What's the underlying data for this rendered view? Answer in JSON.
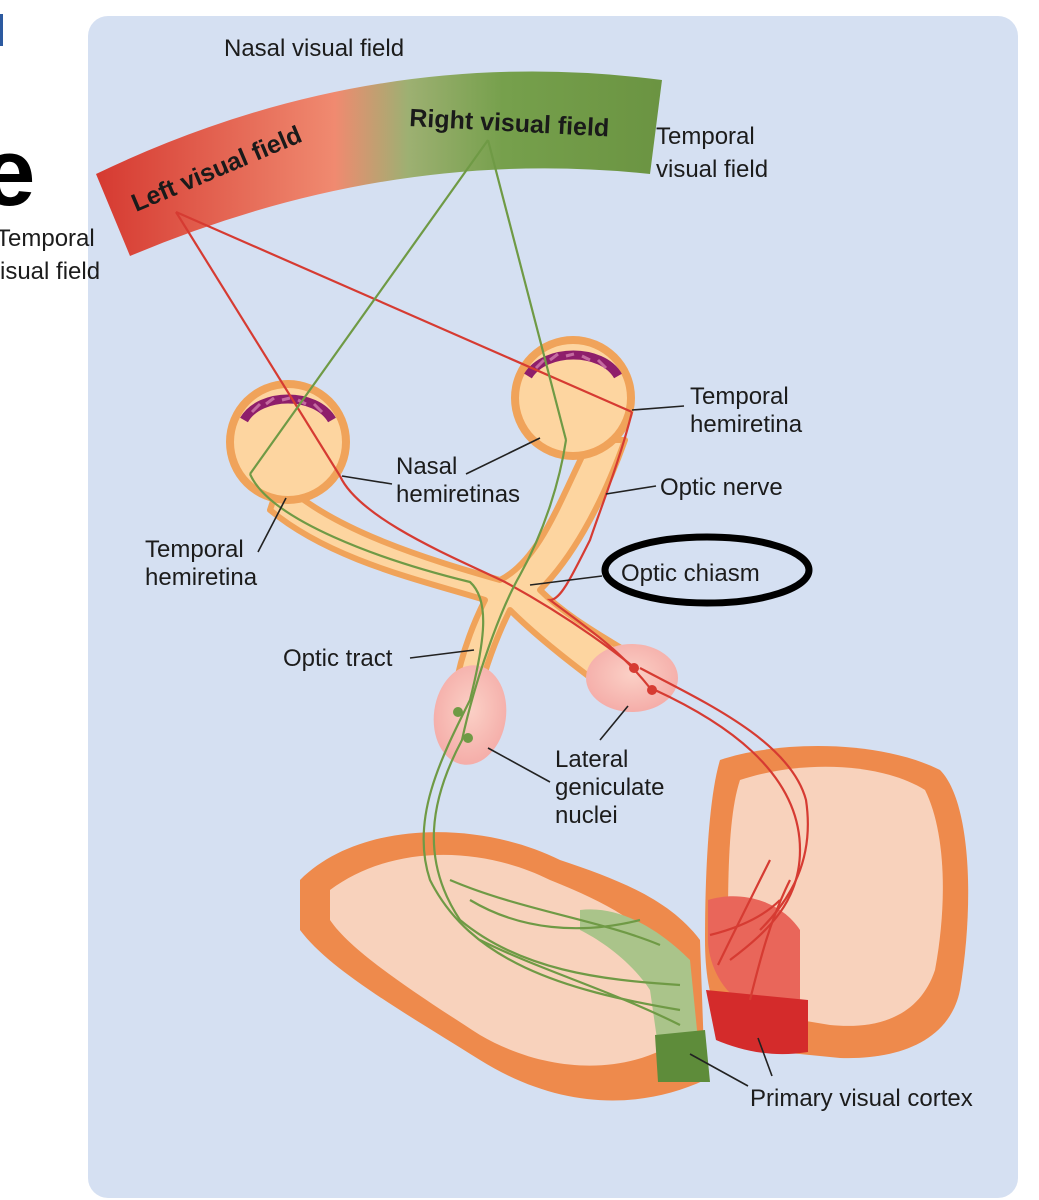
{
  "page": {
    "partial_heading_letter": "e",
    "outside_labels": {
      "temporal_left_line1": "Temporal",
      "temporal_left_line2": "visual field"
    }
  },
  "diagram": {
    "field_labels": {
      "nasal": "Nasal visual field",
      "left": "Left visual field",
      "right": "Right visual field",
      "temporal_right_line1": "Temporal",
      "temporal_right_line2": "visual field"
    },
    "labels": {
      "temporal_hemiretina_right_line1": "Temporal",
      "temporal_hemiretina_right_line2": "hemiretina",
      "nasal_hemiretinas_line1": "Nasal",
      "nasal_hemiretinas_line2": "hemiretinas",
      "optic_nerve": "Optic nerve",
      "temporal_hemiretina_left_line1": "Temporal",
      "temporal_hemiretina_left_line2": "hemiretina",
      "optic_chiasm": "Optic chiasm",
      "optic_tract": "Optic tract",
      "lgn_line1": "Lateral",
      "lgn_line2": "geniculate",
      "lgn_line3": "nuclei",
      "primary_visual_cortex": "Primary visual cortex"
    },
    "colors": {
      "panel": "#d5e0f2",
      "left_field_red": "#d63b32",
      "right_field_green": "#6f9a45",
      "eyeball": "#fdd5a0",
      "eye_rim": "#f0a35a",
      "retina": "#8e1e6b",
      "cortex_outer": "#ee8a4c",
      "cortex_inner": "#f8d2bc",
      "lgn": "#f6b8b2",
      "annotation_ellipse": "#000000"
    }
  }
}
